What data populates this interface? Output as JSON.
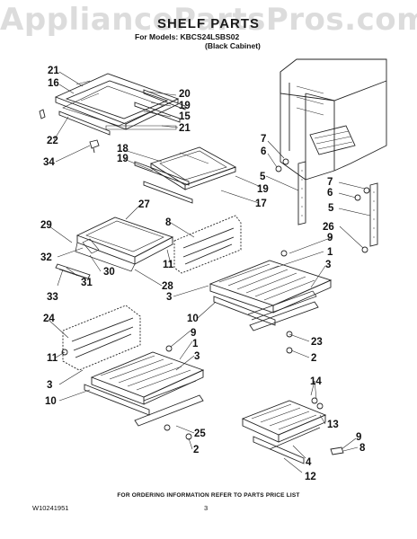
{
  "watermark": "AppliancePartsPros.com",
  "header": {
    "title": "SHELF PARTS",
    "models_line": "For Models: KBCS24LSBS02",
    "cabinet_line": "(Black Cabinet)"
  },
  "footer": {
    "ordering_note": "FOR ORDERING INFORMATION REFER TO PARTS PRICE LIST",
    "document_number": "W10241951",
    "page_number": "3"
  },
  "callouts": [
    "21",
    "16",
    "20",
    "19",
    "15",
    "21",
    "22",
    "34",
    "7",
    "6",
    "18",
    "19",
    "19",
    "17",
    "5",
    "7",
    "6",
    "5",
    "27",
    "29",
    "8",
    "26",
    "9",
    "1",
    "32",
    "30",
    "31",
    "11",
    "28",
    "3",
    "3",
    "33",
    "10",
    "24",
    "9",
    "1",
    "23",
    "11",
    "3",
    "2",
    "3",
    "10",
    "14",
    "25",
    "13",
    "9",
    "2",
    "4",
    "8",
    "12"
  ]
}
